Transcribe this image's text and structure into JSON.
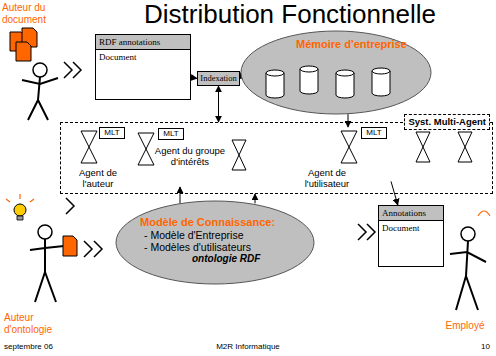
{
  "diagram": {
    "title": "Distribution Fonctionnelle",
    "nodes": [
      {
        "text": [
          "RDF annotations",
          "Document"
        ]
      },
      {
        "text": [
          "Indexation"
        ]
      },
      {
        "text": [
          "Mémoire d'entreprise"
        ]
      },
      {
        "text": [
          "Syst. Multi-Agent"
        ]
      },
      {
        "text": [
          "Agent de l'auteur"
        ],
        "in": 3
      },
      {
        "text": [
          "MLT"
        ],
        "in": 4
      },
      {
        "text": [
          "Agent du groupe d'intérêts"
        ],
        "in": 3
      },
      {
        "text": [
          "MLT"
        ],
        "in": 6
      },
      {
        "text": [
          "Agent de l'utilisateur"
        ],
        "in": 3
      },
      {
        "text": [
          "MLT"
        ],
        "in": 8
      },
      {
        "text": [
          "Modèle de Connaissance:",
          "- Modèle d'Entreprise",
          "- Modèles d'utilisateurs",
          "ontologie RDF"
        ]
      },
      {
        "text": [
          "Annotations",
          "Document"
        ]
      }
    ],
    "edges": [
      {
        "from": 0,
        "to": 1,
        "arrow": "to"
      },
      {
        "from": 1,
        "to": 2,
        "arrow": "to"
      },
      {
        "from": 1,
        "to": 3,
        "arrow": "both"
      },
      {
        "from": 2,
        "to": 8,
        "arrow": "to"
      },
      {
        "from": 8,
        "to": 11,
        "arrow": "to"
      },
      {
        "from": 10,
        "to": 6,
        "arrow": "to"
      },
      {
        "from": 10,
        "to": 3,
        "arrow": "to"
      }
    ],
    "labels": [
      "Auteur du document",
      "Auteur d'ontologie",
      "Employé",
      "septembre 06",
      "M2R Informatique",
      "10"
    ]
  }
}
